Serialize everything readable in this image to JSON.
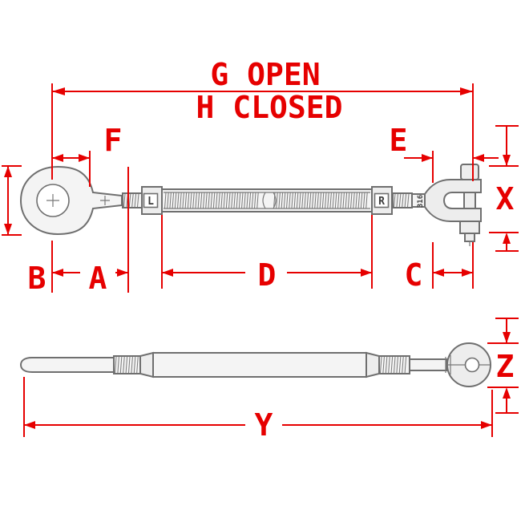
{
  "diagram": {
    "colors": {
      "dimension": "#e60000",
      "drawing": "#6f6f6f"
    },
    "dimension_labels": {
      "open_length": "G OPEN",
      "closed_length": "H CLOSED",
      "f": "F",
      "e": "E",
      "x": "X",
      "b": "B",
      "a": "A",
      "d": "D",
      "c": "C",
      "y": "Y",
      "z": "Z"
    },
    "part_markings": {
      "left_thread": "L",
      "right_thread": "R",
      "material": "316"
    }
  }
}
